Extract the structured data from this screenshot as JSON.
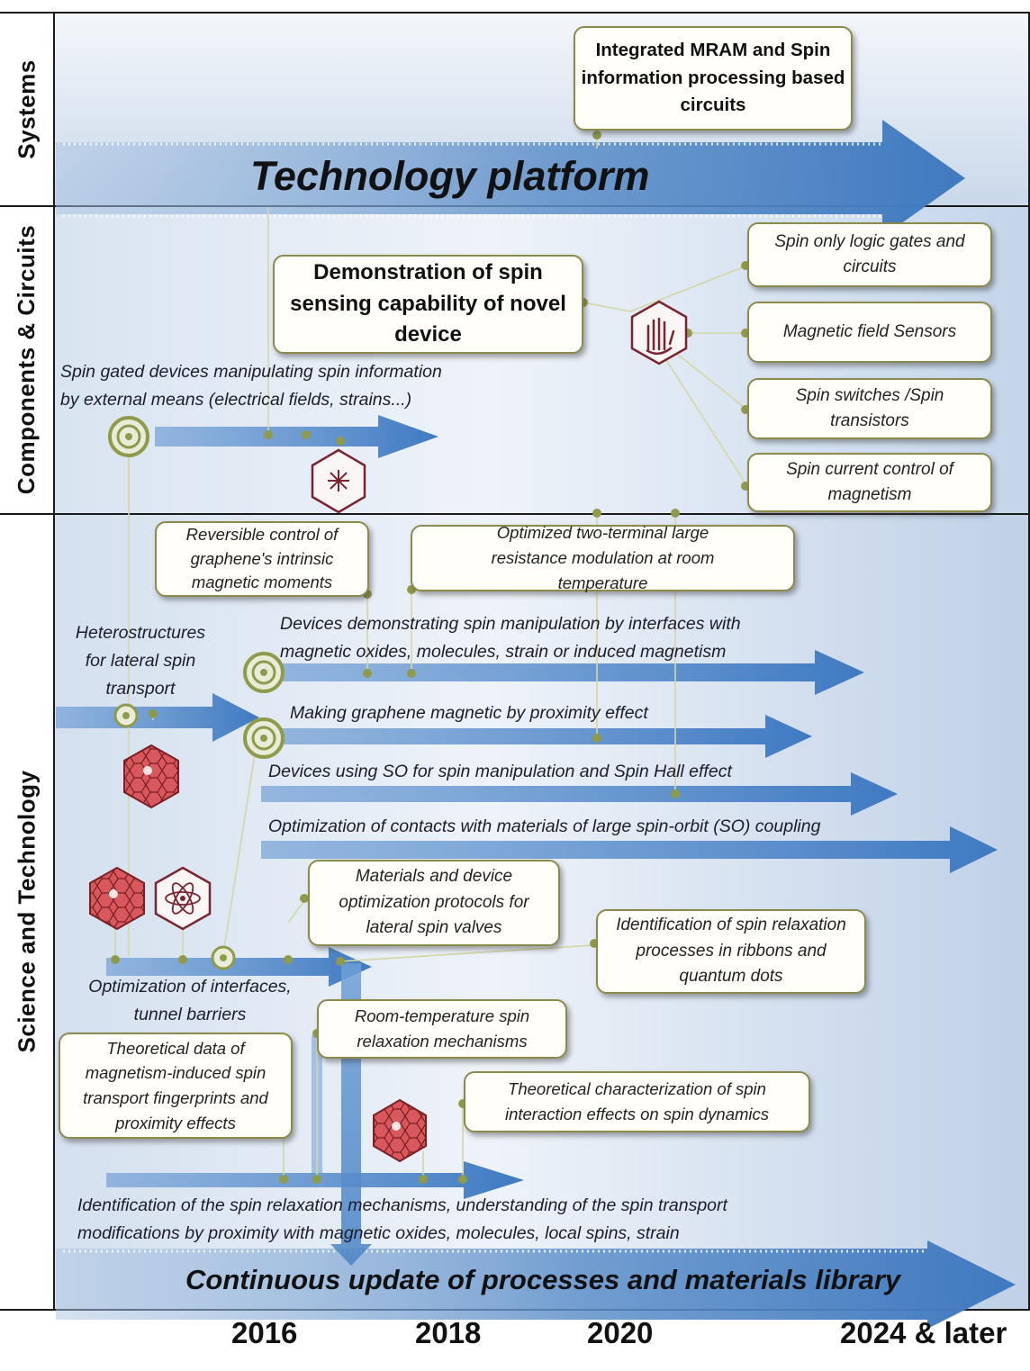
{
  "lanes": {
    "systems": "Systems",
    "components": "Components & Circuits",
    "science": "Science and Technology"
  },
  "banners": {
    "technology_platform": "Technology platform",
    "continuous_update": "Continuous update of processes and materials library"
  },
  "systems_box": "Integrated MRAM and Spin information processing based circuits",
  "components": {
    "demo_box": "Demonstration of spin sensing capability of novel device",
    "spin_gated_line1": "Spin gated devices manipulating spin information",
    "spin_gated_line2": "by external means (electrical fields, strains...)",
    "app_logic": "Spin only logic gates and circuits",
    "app_sensors": "Magnetic field Sensors",
    "app_switches": "Spin switches /Spin transistors",
    "app_current": "Spin current control of magnetism"
  },
  "science": {
    "reversible_box": "Reversible control of graphene's intrinsic magnetic moments",
    "optimized_box": "Optimized two-terminal large resistance modulation at room temperature",
    "hetero_line1": "Heterostructures",
    "hetero_line2": "for  lateral spin",
    "hetero_line3": "transport",
    "devices_interfaces_line1": "Devices demonstrating spin manipulation by interfaces with",
    "devices_interfaces_line2": "magnetic oxides, molecules, strain or induced magnetism",
    "making_magnetic": "Making graphene magnetic by proximity effect",
    "devices_so": "Devices using SO for spin manipulation and Spin Hall effect",
    "optimization_contacts": "Optimization of contacts with materials of large spin-orbit (SO) coupling",
    "materials_box": "Materials and device optimization protocols for lateral spin valves",
    "identification_box": "Identification of spin relaxation processes in ribbons and quantum dots",
    "optimization_interfaces_line1": "Optimization of interfaces,",
    "optimization_interfaces_line2": "tunnel barriers",
    "room_temp_box": "Room-temperature spin relaxation mechanisms",
    "theoretical_data_box": "Theoretical data of magnetism-induced spin transport fingerprints and proximity effects",
    "theoretical_char_box": "Theoretical characterization of spin interaction effects on spin dynamics",
    "identification_line1": "Identification of the spin relaxation mechanisms, understanding of the spin transport",
    "identification_line2": "modifications by proximity with magnetic oxides, molecules, local spins, strain"
  },
  "years": [
    "2016",
    "2018",
    "2020",
    "2024 & later"
  ],
  "icons": [
    "target-icon",
    "hand-hexagon-icon",
    "star-hexagon-icon",
    "fullerene-icon",
    "atom-hexagon-icon"
  ],
  "colors": {
    "arrow_blue": "#4f86c6",
    "box_border": "#8c8a4a",
    "marker_olive": "#8f9a4a",
    "icon_maroon": "#7a2430",
    "fullerene_red": "#c8464b"
  }
}
